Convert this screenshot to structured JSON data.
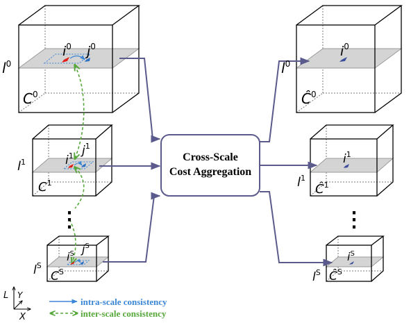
{
  "center_box": {
    "line1": "Cross-Scale",
    "line2": "Cost Aggregation"
  },
  "cubes": {
    "input_0": {
      "plane": "l",
      "plane_sup": "0",
      "volume": "C",
      "volume_sup": "0",
      "pixel_i": "i",
      "pixel_i_sup": "0",
      "pixel_j": "j",
      "pixel_j_sup": "0"
    },
    "input_1": {
      "plane": "l",
      "plane_sup": "1",
      "volume": "C",
      "volume_sup": "1",
      "pixel_i": "i",
      "pixel_i_sup": "1",
      "pixel_j": "j",
      "pixel_j_sup": "1"
    },
    "input_s": {
      "plane": "l",
      "plane_sup": "S",
      "volume": "C",
      "volume_sup": "S",
      "pixel_i": "i",
      "pixel_i_sup": "S",
      "pixel_j": "j",
      "pixel_j_sup": "S"
    },
    "output_0": {
      "plane": "l",
      "plane_sup": "0",
      "volume": "Ĉ",
      "volume_sup": "0",
      "pixel_i": "i",
      "pixel_i_sup": "0"
    },
    "output_1": {
      "plane": "l",
      "plane_sup": "1",
      "volume": "Ĉ",
      "volume_sup": "1",
      "pixel_i": "i",
      "pixel_i_sup": "1"
    },
    "output_s": {
      "plane": "l",
      "plane_sup": "S",
      "volume": "Ĉ",
      "volume_sup": "S",
      "pixel_i": "i",
      "pixel_i_sup": "S"
    }
  },
  "ellipsis": "⋮",
  "axes": {
    "l": "L",
    "y": "Y",
    "x": "X"
  },
  "legend": {
    "intra": "intra-scale consistency",
    "inter": "inter-scale consistency"
  },
  "colors": {
    "arrow": "#5a5a8c",
    "box_border": "#5a5a8c",
    "intra": "#3a86d6",
    "inter": "#56a83a",
    "plane": "#d4d4d4",
    "pixel_i": "#e0201a",
    "pixel_j": "#2f72c4",
    "pixel_out": "#3c4f9e"
  }
}
